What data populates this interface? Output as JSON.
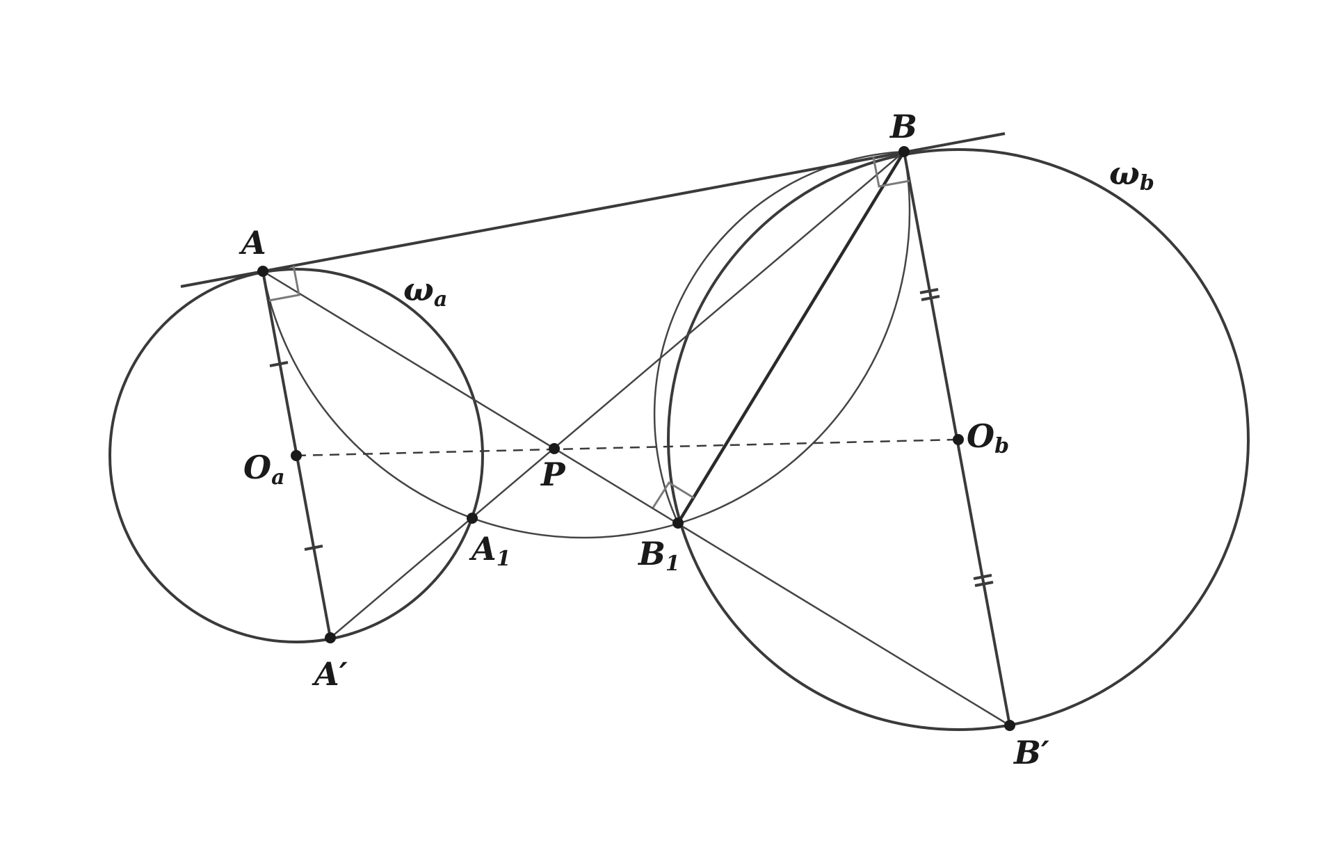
{
  "diagram": {
    "colors": {
      "stroke": "#3a3a3a",
      "thin": "#444444",
      "point": "#1a1a1a",
      "mark": "#7a7a7a",
      "text": "#1a1a1a"
    },
    "labels": {
      "A": {
        "base": "A",
        "sub": "",
        "prime": ""
      },
      "B": {
        "base": "B",
        "sub": "",
        "prime": ""
      },
      "P": {
        "base": "P",
        "sub": "",
        "prime": ""
      },
      "Oa": {
        "base": "O",
        "sub": "a",
        "prime": ""
      },
      "Ob": {
        "base": "O",
        "sub": "b",
        "prime": ""
      },
      "A1": {
        "base": "A",
        "sub": "1",
        "prime": ""
      },
      "B1": {
        "base": "B",
        "sub": "1",
        "prime": ""
      },
      "Aprime": {
        "base": "A",
        "sub": "",
        "prime": "′"
      },
      "Bprime": {
        "base": "B",
        "sub": "",
        "prime": "′"
      },
      "omega_a": {
        "base": "ω",
        "sub": "a",
        "prime": ""
      },
      "omega_b": {
        "base": "ω",
        "sub": "b",
        "prime": ""
      }
    }
  }
}
